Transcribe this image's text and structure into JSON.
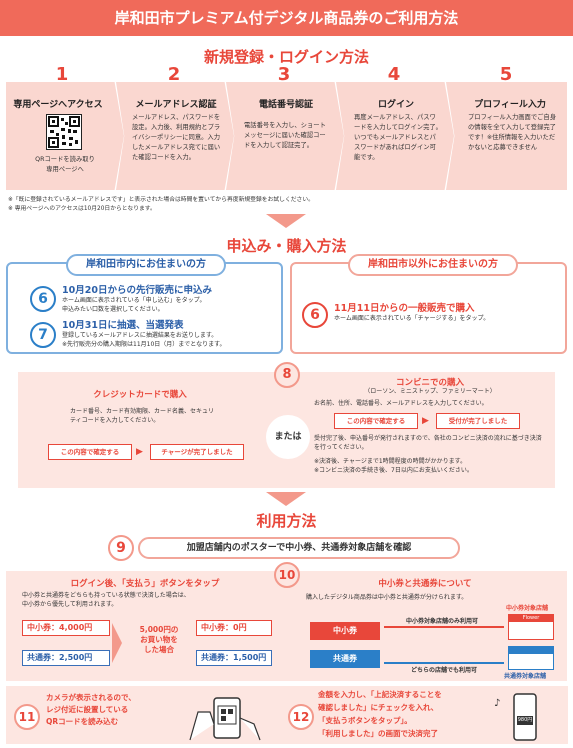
{
  "header": {
    "title": "岸和田市プレミアム付デジタル商品券のご利用方法"
  },
  "section1": {
    "title": "新規登録・ログイン方法",
    "steps": [
      {
        "num": "1",
        "title": "専用ページへアクセス",
        "body": "QRコードを読み取り\n専用ページへ"
      },
      {
        "num": "2",
        "title": "メールアドレス認証",
        "body": "メールアドレス、パスワードを設定。入力後、利用規約とプライバシーポリシーに同意。入力したメールアドレス宛てに届いた確認コードを入力。"
      },
      {
        "num": "3",
        "title": "電話番号認証",
        "body": "電話番号を入力し、ショートメッセージに届いた確認コードを入力して認証完了。"
      },
      {
        "num": "4",
        "title": "ログイン",
        "body": "再度メールアドレス、パスワードを入力してログイン完了。いつでもメールアドレスとパスワードがあればログイン可能です。"
      },
      {
        "num": "5",
        "title": "プロフィール入力",
        "body": "プロフィール入力画面でご自身の情報を全て入力して登録完了です！※住所情報を入力いただかないと応募できません"
      }
    ],
    "note1": "※「既に登録されているメールアドレスです」と表示された場合は時間を置いてから再度新規登録をお試しください。",
    "note2": "※ 専用ページへのアクセスは10月20日からとなります。"
  },
  "section2": {
    "title": "申込み・購入方法",
    "residents": {
      "label": "岸和田市内にお住まいの方",
      "step6_num": "6",
      "step6_title": "10月20日からの先行販売に申込み",
      "step6_body1": "ホーム画面に表示されている「申し込む」をタップ。",
      "step6_body2": "申込みたい口数を選択してください。",
      "step7_num": "7",
      "step7_title": "10月31日に抽選、当選発表",
      "step7_body1": "登録しているメールアドレスに抽選結果をお送りします。",
      "step7_body2": "※先行販売分の購入期限は11月10日（月）までとなります。"
    },
    "nonresidents": {
      "label": "岸和田市以外にお住まいの方",
      "step6_num": "6",
      "step6_title": "11月11日からの一般販売で購入",
      "step6_body": "ホーム画面に表示されている「チャージする」をタップ。"
    },
    "step8": {
      "num": "8",
      "credit_title": "クレジットカードで購入",
      "credit_body": "カード番号、カード有効期限、カード名義、セキュリティコードを入力してください。",
      "credit_btn1": "この内容で確定する",
      "credit_btn2": "チャージが完了しました",
      "or_label": "または",
      "conv_title": "コンビニでの購入",
      "conv_sub": "（ローソン、ミニストップ、ファミリーマート）",
      "conv_body1": "お名前、住所、電話番号、メールアドレスを入力してください。",
      "conv_btn1": "この内容で確定する",
      "conv_btn2": "受付が完了しました",
      "conv_body2": "受付完了後、申込番号が発行されますので、各社のコンビニ決済の流れに基づき決済を行ってください。",
      "conv_note1": "※決済後、チャージまで1時間程度の時間がかかります。",
      "conv_note2": "※コンビニ決済の手続き後、7日以内にお支払いください。"
    }
  },
  "section3": {
    "title": "利用方法",
    "step9_num": "9",
    "step9_text": "加盟店舗内のポスターで中小券、共通券対象店舗を確認",
    "step10_num": "10",
    "left": {
      "title": "ログイン後、「支払う」ボタンをタップ",
      "body1": "中小券と共通券をどちらも持っている状態で決済した場合は、",
      "body2": "中小券から優先して利用されます。",
      "before1": "中小券：4,000円",
      "before2": "共通券：2,500円",
      "middle": "5,000円の\nお買い物を\nした場合",
      "after1": "中小券：0円",
      "after2": "共通券：1,500円"
    },
    "right": {
      "title": "中小券と共通券について",
      "body": "購入したデジタル商品券は中小券と共通券が分けられます。",
      "shop_label1": "中小券対象店舗",
      "chusho_btn": "中小券",
      "kyotsu_btn": "共通券",
      "arrow1": "中小券対象店舗のみ利用可",
      "arrow2": "どちらの店舗でも利用可",
      "shop_label2": "共通券対象店舗",
      "flower_sign": "Flower"
    },
    "step11_num": "11",
    "step11_text": "カメラが表示されるので、\nレジ付近に設置している\nQRコードを読み込む",
    "step12_num": "12",
    "step12_text": "金額を入力し、「上記決済することを\n確認しました」にチェックを入れ、\n「支払うボタンをタップ」。\n「利用しました」の画面で決済完了",
    "phone_amount": "980円"
  }
}
